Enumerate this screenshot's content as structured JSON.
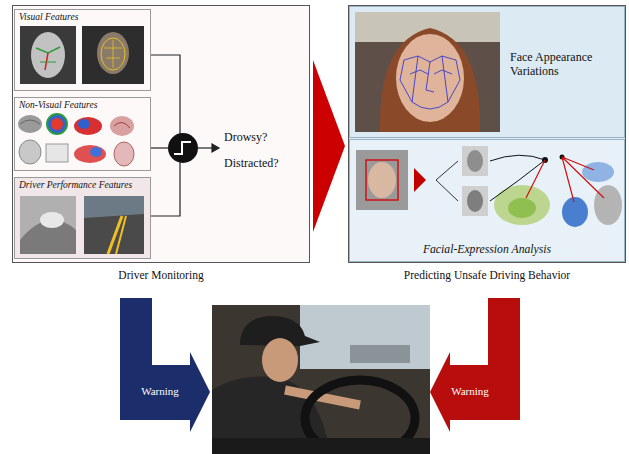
{
  "diagram": {
    "nodes": [
      {
        "text": [
          "Driver Monitoring"
        ]
      },
      {
        "text": [
          "Visual Features"
        ],
        "in": 0
      },
      {
        "text": [
          "Non-Visual Features"
        ],
        "in": 0
      },
      {
        "text": [
          "Driver Performance Features"
        ],
        "in": 0
      },
      {
        "text": [
          "Predicting Unsafe Driving Behavior"
        ]
      },
      {
        "text": [
          "Face Appearance Variations"
        ],
        "in": 4
      },
      {
        "text": [
          "Facial-Expression Analysis"
        ],
        "in": 4
      }
    ],
    "edges": [
      {
        "from": 0,
        "to": 4,
        "arrow": "to"
      }
    ],
    "labels": [
      "Drowsy?",
      "Distracted?",
      "Warning",
      "Warning"
    ]
  }
}
